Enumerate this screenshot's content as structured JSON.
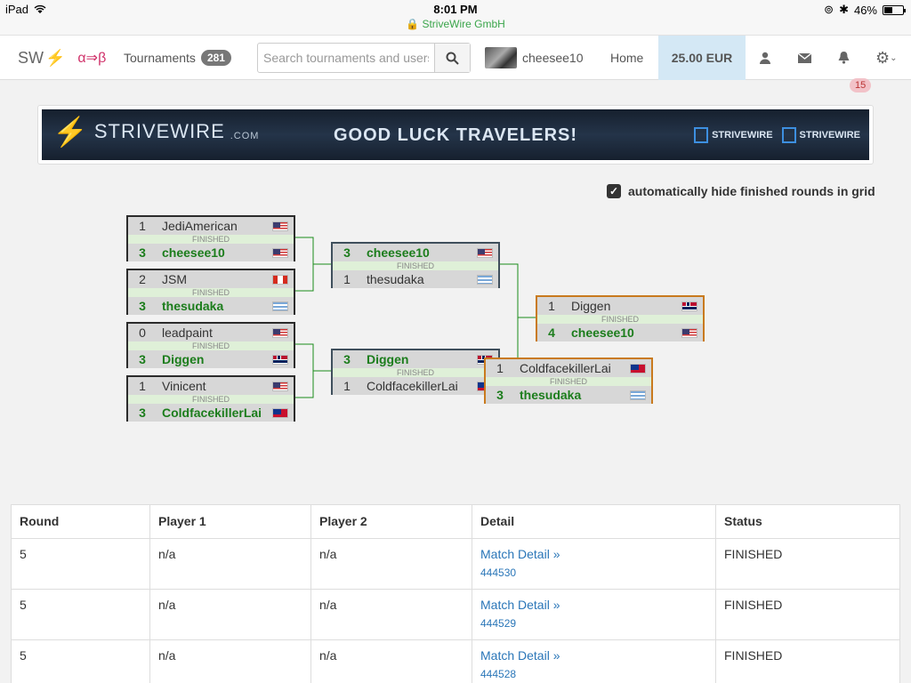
{
  "statusbar": {
    "device": "iPad",
    "time": "8:01 PM",
    "site": "StriveWire GmbH",
    "battery": "46%",
    "battery_level": 0.46
  },
  "nav": {
    "logo": "SW",
    "beta_label": "α⇒β",
    "tournaments_label": "Tournaments",
    "tournaments_count": "281",
    "search_placeholder": "Search tournaments and users",
    "username": "cheesee10",
    "home_label": "Home",
    "balance": "25.00 EUR",
    "notifications_count": "15"
  },
  "banner": {
    "brand": "STRIVEWIRE",
    "brand_suffix": ".COM",
    "headline": "GOOD LUCK TRAVELERS!",
    "social1": "STRIVEWIRE",
    "social2": "STRIVEWIRE"
  },
  "autohide_label": "automatically hide finished rounds in grid",
  "bracket": {
    "matches": [
      {
        "status": "FINISHED",
        "p1": {
          "score": "1",
          "name": "JediAmerican",
          "flag": "us",
          "winner": false
        },
        "p2": {
          "score": "3",
          "name": "cheesee10",
          "flag": "us",
          "winner": true
        }
      },
      {
        "status": "FINISHED",
        "p1": {
          "score": "2",
          "name": "JSM",
          "flag": "ca",
          "winner": false
        },
        "p2": {
          "score": "3",
          "name": "thesudaka",
          "flag": "uy",
          "winner": true
        }
      },
      {
        "status": "FINISHED",
        "p1": {
          "score": "0",
          "name": "leadpaint",
          "flag": "us",
          "winner": false
        },
        "p2": {
          "score": "3",
          "name": "Diggen",
          "flag": "no",
          "winner": true
        }
      },
      {
        "status": "FINISHED",
        "p1": {
          "score": "1",
          "name": "Vinicent",
          "flag": "us",
          "winner": false
        },
        "p2": {
          "score": "3",
          "name": "ColdfacekillerLai",
          "flag": "tw",
          "winner": true
        }
      },
      {
        "status": "FINISHED",
        "p1": {
          "score": "3",
          "name": "cheesee10",
          "flag": "us",
          "winner": true
        },
        "p2": {
          "score": "1",
          "name": "thesudaka",
          "flag": "uy",
          "winner": false
        }
      },
      {
        "status": "FINISHED",
        "p1": {
          "score": "3",
          "name": "Diggen",
          "flag": "no",
          "winner": true
        },
        "p2": {
          "score": "1",
          "name": "ColdfacekillerLai",
          "flag": "tw",
          "winner": false
        }
      },
      {
        "status": "FINISHED",
        "p1": {
          "score": "1",
          "name": "Diggen",
          "flag": "no",
          "winner": false
        },
        "p2": {
          "score": "4",
          "name": "cheesee10",
          "flag": "us",
          "winner": true
        }
      },
      {
        "status": "FINISHED",
        "p1": {
          "score": "1",
          "name": "ColdfacekillerLai",
          "flag": "tw",
          "winner": false
        },
        "p2": {
          "score": "3",
          "name": "thesudaka",
          "flag": "uy",
          "winner": true
        }
      }
    ]
  },
  "table": {
    "headers": [
      "Round",
      "Player 1",
      "Player 2",
      "Detail",
      "Status"
    ],
    "rows": [
      {
        "round": "5",
        "player1": "n/a",
        "player2": "n/a",
        "detail": "Match Detail »",
        "match_id": "444530",
        "status": "FINISHED"
      },
      {
        "round": "5",
        "player1": "n/a",
        "player2": "n/a",
        "detail": "Match Detail »",
        "match_id": "444529",
        "status": "FINISHED"
      },
      {
        "round": "5",
        "player1": "n/a",
        "player2": "n/a",
        "detail": "Match Detail »",
        "match_id": "444528",
        "status": "FINISHED"
      }
    ]
  },
  "colors": {
    "winner": "#1c7d1c",
    "accent": "#2a76b8",
    "highlight_border": "#c97a1e",
    "balance_bg": "#d4e8f5"
  }
}
